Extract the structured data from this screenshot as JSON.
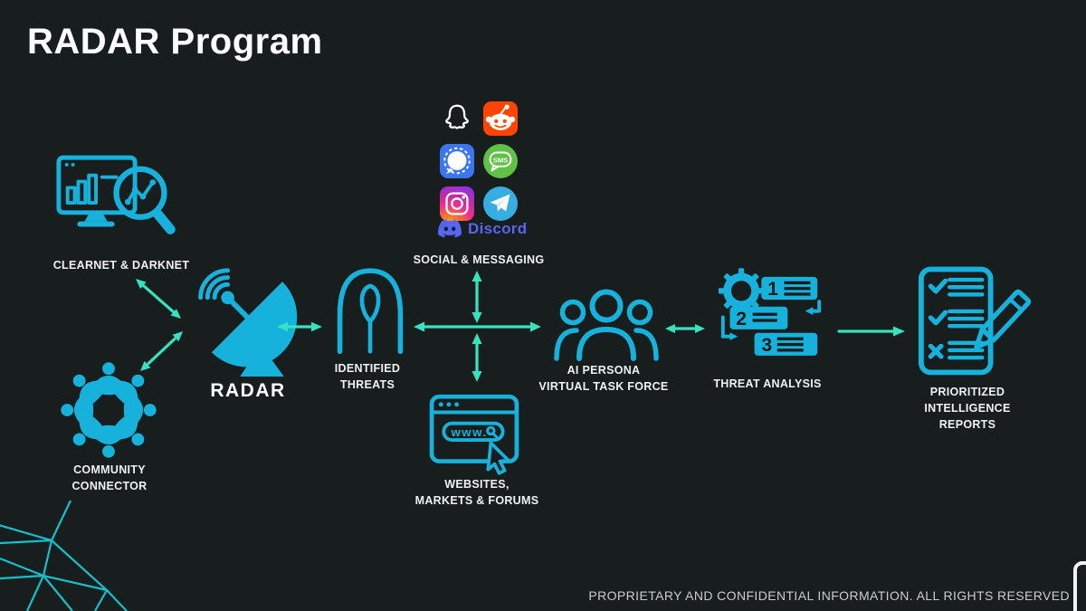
{
  "slide": {
    "title": "RADAR Program",
    "footer": "PROPRIETARY AND CONFIDENTIAL INFORMATION. ALL RIGHTS RESERVED"
  },
  "colors": {
    "background": "#181d1d",
    "icon_cyan": "#16b2dc",
    "arrow_teal": "#35e3c1",
    "label_white": "#f0f2f2",
    "footer_gray": "#c9cdcd",
    "mesh_cyan": "#17c8d4",
    "reddit_orange": "#ff4500",
    "signal_blue": "#3a76f0",
    "sms_green": "#5fc146",
    "telegram_blue": "#37aee2",
    "discord_blurple": "#5865f2"
  },
  "nodes": {
    "clearnet": {
      "label": "CLEARNET & DARKNET"
    },
    "community": {
      "line1": "COMMUNITY",
      "line2": "CONNECTOR"
    },
    "radar": {
      "label": "RADAR"
    },
    "identified_threats": {
      "line1": "IDENTIFIED",
      "line2": "THREATS"
    },
    "social": {
      "label": "SOCIAL & MESSAGING",
      "apps": [
        "Snapchat",
        "Reddit",
        "Signal",
        "SMS",
        "Instagram",
        "Telegram",
        "Discord"
      ],
      "sms_text": "SMS",
      "discord_text": "Discord"
    },
    "websites": {
      "line1": "WEBSITES,",
      "line2": "MARKETS & FORUMS",
      "url_text": "www."
    },
    "ai_persona": {
      "line1": "AI PERSONA",
      "line2": "VIRTUAL TASK FORCE"
    },
    "threat_analysis": {
      "label": "THREAT ANALYSIS",
      "steps": [
        "1",
        "2",
        "3"
      ]
    },
    "reports": {
      "line1": "PRIORITIZED",
      "line2": "INTELLIGENCE",
      "line3": "REPORTS"
    }
  }
}
